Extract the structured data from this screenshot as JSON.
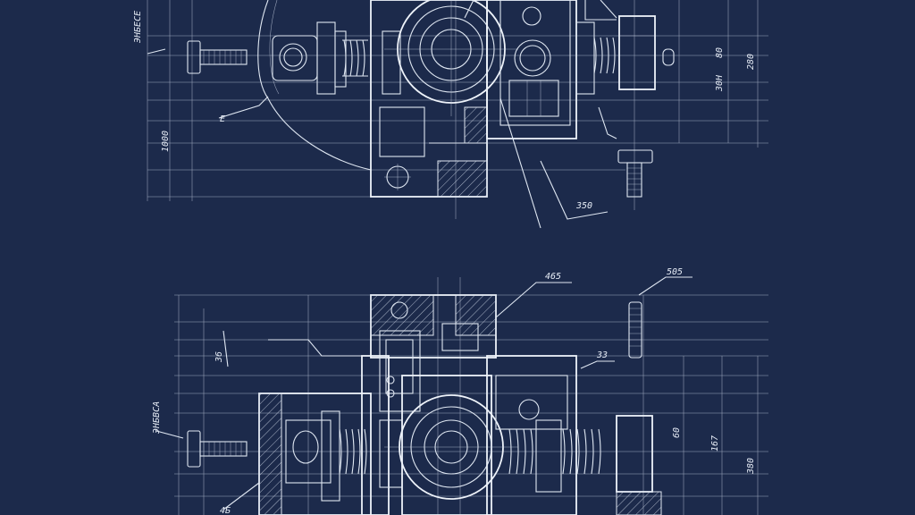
{
  "colors": {
    "background": "#1c2a4b",
    "line": "#dfe7f2"
  },
  "top_view": {
    "labels": {
      "side_note": "ЭНБЕСЕ",
      "pointer": "Е",
      "height_left": "1000",
      "dim_80": "80",
      "dim_280": "280",
      "dim_30h": "30H",
      "radius_350": "350"
    }
  },
  "bottom_view": {
    "labels": {
      "callout_465": "465",
      "callout_505": "505",
      "dim_36": "36",
      "dim_33": "33",
      "side_note": "ЭНБВСА",
      "dim_60": "60",
      "dim_167": "167",
      "dim_380": "380",
      "bottom_left": "4Б"
    }
  }
}
